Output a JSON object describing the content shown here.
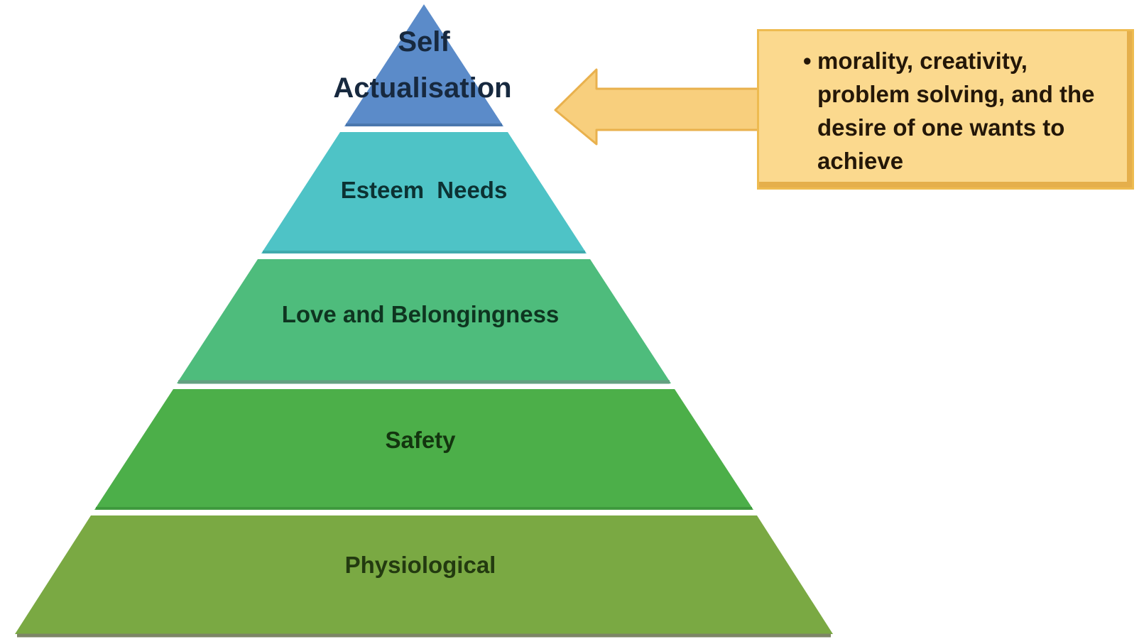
{
  "pyramid": {
    "levels": [
      {
        "label": "Self Actualisation",
        "lines": [
          "Self",
          "Actualisation"
        ],
        "color": "#5b8bc9",
        "edge_color": "#4a77ad",
        "text_color": "#17293f"
      },
      {
        "label": "Esteem Needs",
        "color": "#4ec3c6",
        "edge_color": "#41aaad",
        "text_color": "#0c3233"
      },
      {
        "label": "Love and Belongingness",
        "color": "#4ebc7c",
        "edge_color": "#63a081",
        "text_color": "#0e3520"
      },
      {
        "label": "Safety",
        "color": "#4caf49",
        "edge_color": "#3f9a3e",
        "text_color": "#13350f"
      },
      {
        "label": "Physiological",
        "color": "#7aa943",
        "edge_color": "#7d8566",
        "text_color": "#233a10"
      }
    ]
  },
  "callout": {
    "bullet": "•",
    "text": "morality, creativity, problem solving, and the desire of one wants to achieve",
    "fill": "#fbd98e",
    "border": "#eebb50",
    "arrow_fill": "#f8cf7d",
    "arrow_border": "#e9b14d"
  }
}
